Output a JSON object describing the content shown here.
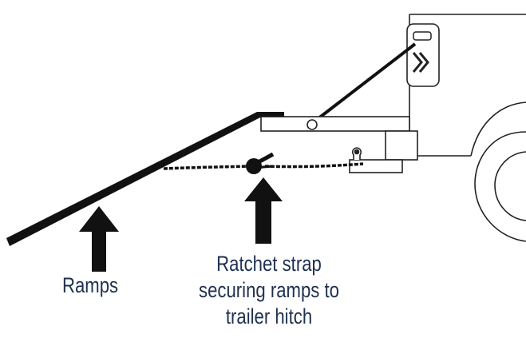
{
  "labels": {
    "ramps": "Ramps",
    "strap_line1": "Ratchet strap",
    "strap_line2": "securing ramps to",
    "strap_line3": "trailer hitch"
  },
  "colors": {
    "label_text": "#1f3150",
    "ink": "#111111",
    "outline": "#222222"
  },
  "icons": {
    "light": "double-chevron-right-icon"
  }
}
